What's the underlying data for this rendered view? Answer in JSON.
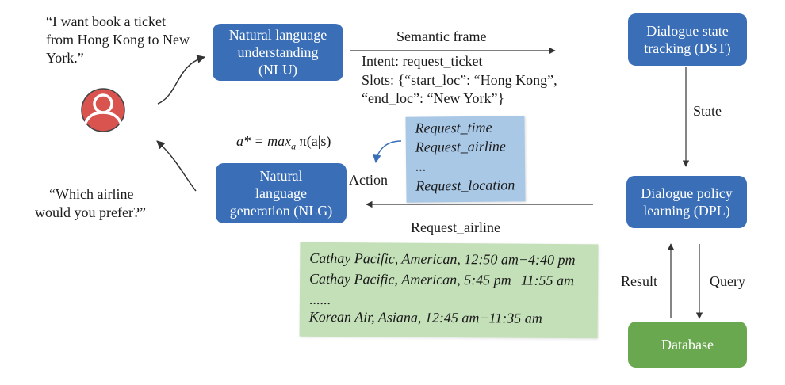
{
  "colors": {
    "box_blue": "#3a6fb8",
    "box_green": "#6aa84f",
    "note_blue": "#a9c8e6",
    "note_green": "#c4e0b8",
    "avatar_red": "#d9534f"
  },
  "user_quote": [
    "“I want book a ticket",
    "from Hong Kong to New",
    "York.”"
  ],
  "system_quote": [
    "“Which airline",
    "would you prefer?”"
  ],
  "nlu": {
    "lines": [
      "Natural language",
      "understanding",
      "(NLU)"
    ]
  },
  "nlg": {
    "lines": [
      "Natural",
      "language",
      "generation (NLG)"
    ]
  },
  "dst": {
    "lines": [
      "Dialogue state",
      "tracking (DST)"
    ]
  },
  "dpl": {
    "lines": [
      "Dialogue policy",
      "learning (DPL)"
    ]
  },
  "database": {
    "label": "Database"
  },
  "semantic_frame": {
    "title": "Semantic frame",
    "lines": [
      "Intent: request_ticket",
      "Slots: {“start_loc”: “Hong Kong”,",
      "“end_loc”: “New York”}"
    ]
  },
  "state_label": "State",
  "action_label": "Action",
  "request_airline_label": "Request_airline",
  "result_label": "Result",
  "query_label": "Query",
  "formula": {
    "lhs": "a* = max",
    "sub": "a",
    "rhs": " π(a|s)"
  },
  "actions": [
    "Request_time",
    "Request_airline",
    "...",
    "Request_location"
  ],
  "flights": [
    {
      "airlines": "Cathay Pacific, American",
      "time": "12:50 am−4:40 pm"
    },
    {
      "airlines": "Cathay Pacific, American",
      "time": "5:45 pm−11:55 am"
    },
    {
      "airlines": "......",
      "time": ""
    },
    {
      "airlines": "Korean Air, Asiana",
      "time": "12:45 am−11:35 am"
    }
  ]
}
